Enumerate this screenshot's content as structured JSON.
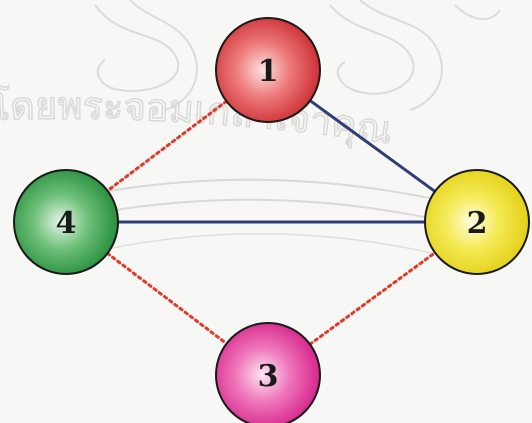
{
  "watermark": {
    "text": "โดยพระจอมเกล้าเจ้าคุณ",
    "color": "#d4d4d4"
  },
  "nodes": [
    {
      "id": "1",
      "label": "1",
      "colors": {
        "center": "#fde2e2",
        "mid": "#ee7a7a",
        "edge": "#c8282d"
      }
    },
    {
      "id": "2",
      "label": "2",
      "colors": {
        "center": "#fffce0",
        "mid": "#f4ea55",
        "edge": "#e2cd10"
      }
    },
    {
      "id": "3",
      "label": "3",
      "colors": {
        "center": "#fde6f3",
        "mid": "#ef77bb",
        "edge": "#d31d86"
      }
    },
    {
      "id": "4",
      "label": "4",
      "colors": {
        "center": "#e8f6ea",
        "mid": "#6fc07a",
        "edge": "#1f8a36"
      }
    }
  ],
  "edges": [
    {
      "from": "1",
      "to": "2",
      "style": "solid",
      "color": "#2c3e75"
    },
    {
      "from": "4",
      "to": "2",
      "style": "solid",
      "color": "#2c3e75"
    },
    {
      "from": "1",
      "to": "4",
      "style": "dotted",
      "color": "#e03a2a"
    },
    {
      "from": "4",
      "to": "3",
      "style": "dotted",
      "color": "#e03a2a"
    },
    {
      "from": "3",
      "to": "2",
      "style": "dotted",
      "color": "#e03a2a"
    }
  ]
}
